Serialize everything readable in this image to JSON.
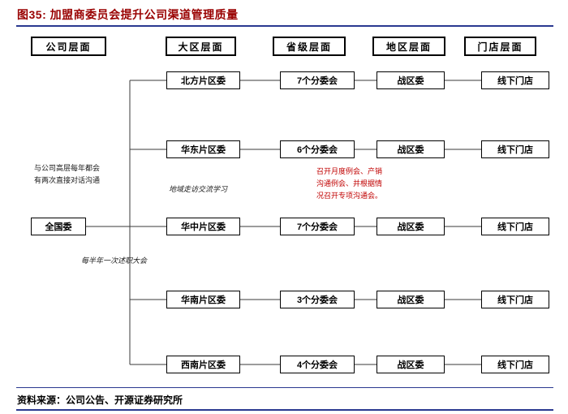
{
  "title": "图35: 加盟商委员会提升公司渠道管理质量",
  "columns": [
    "公司层面",
    "大区层面",
    "省级层面",
    "地区层面",
    "门店层面"
  ],
  "diagram": {
    "root": "全国委",
    "rows": [
      {
        "region": "北方片区委",
        "subcommittees": "7个分委会",
        "war_zone": "战区委",
        "store": "线下门店"
      },
      {
        "region": "华东片区委",
        "subcommittees": "6个分委会",
        "war_zone": "战区委",
        "store": "线下门店"
      },
      {
        "region": "华中片区委",
        "subcommittees": "7个分委会",
        "war_zone": "战区委",
        "store": "线下门店"
      },
      {
        "region": "华南片区委",
        "subcommittees": "3个分委会",
        "war_zone": "战区委",
        "store": "线下门店"
      },
      {
        "region": "西南片区委",
        "subcommittees": "4个分委会",
        "war_zone": "战区委",
        "store": "线下门店"
      }
    ],
    "annotations": {
      "dialogue": "与公司高层每年都会有两次直接对话沟通",
      "visit": "地域走访交流学习",
      "meetings": "召开月度例会、产销沟通例会、并根据情况召开专项沟通会。",
      "review": "每半年一次述职大会"
    }
  },
  "footer": {
    "source": "资料来源：公司公告、开源证券研究所"
  },
  "colors": {
    "title": "#990000",
    "rule": "#2a3990",
    "annotation_red": "#c00000",
    "line": "#3a3a3a"
  }
}
